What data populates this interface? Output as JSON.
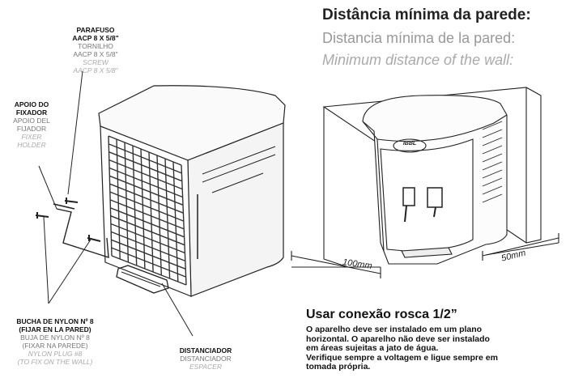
{
  "heading": {
    "pt": "Distância mínima da parede:",
    "es": "Distancia mínima de la pared:",
    "en": "Minimum distance of the wall:"
  },
  "labels": {
    "screw": {
      "pt1": "PARAFUSO",
      "pt2": "AACP 8 X 5/8\"",
      "es1": "TORNILHO",
      "es2": "AACP 8 X 5/8\"",
      "en1": "SCREW",
      "en2": "AACP 8 X 5/8\""
    },
    "fixer": {
      "pt1": "APOIO DO",
      "pt2": "FIXADOR",
      "es1": "APOIO DEL",
      "es2": "FIJADOR",
      "en1": "FIXER",
      "en2": "HOLDER"
    },
    "plug": {
      "pt1": "BUCHA DE NYLON Nº 8",
      "pt2": "(FIJAR EN LA PARED)",
      "es1": "BUJA DE NYLON Nº 8",
      "es2": "(FIXAR NA PAREDE)",
      "en1": "NYLON PLUG #8",
      "en2": "(TO FIX ON THE WALL)"
    },
    "spacer": {
      "pt": "DISTANCIADOR",
      "es": "DISTANCIADOR",
      "en": "ESPACER"
    }
  },
  "dimensions": {
    "front": "100mm",
    "side": "50mm"
  },
  "brand": "IBBL",
  "connection": {
    "title": "Usar conexão rosca 1/2”",
    "lines": [
      "O aparelho deve ser instalado em um plano",
      "horizontal. O aparelho não deve ser instalado",
      "em áreas sujeitas a jato de água.",
      "Verifique sempre a voltagem e ligue sempre em",
      "tomada própria."
    ]
  }
}
